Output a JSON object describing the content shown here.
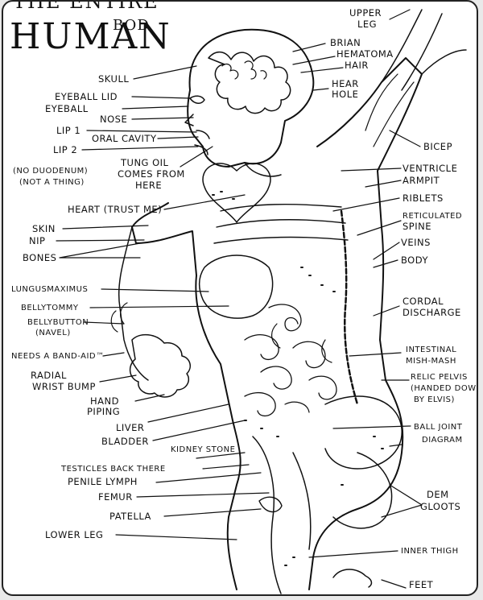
{
  "title": {
    "top": "THE ENTIRE",
    "main": "HUMAN",
    "suffix": "BOD"
  },
  "labels_left": [
    "SKULL",
    "EYEBALL LID",
    "EYEBALL",
    "NOSE",
    "LIP 1",
    "ORAL CAVITY",
    "LIP 2",
    "TUNG OIL",
    "COMES FROM",
    "HERE",
    "(NO DUODENUM)",
    "(NOT A THING)",
    "HEART (TRUST ME)",
    "SKIN",
    "NIP",
    "BONES",
    "LUNGUSMAXIMUS",
    "BELLYTOMMY",
    "BELLYBUTTON",
    "(NAVEL)",
    "NEEDS A BAND-AID™",
    "RADIAL",
    "WRIST BUMP",
    "HAND",
    "PIPING",
    "LIVER",
    "BLADDER",
    "KIDNEY STONE",
    "TESTICLES BACK THERE",
    "PENILE LYMPH",
    "FEMUR",
    "PATELLA",
    "LOWER LEG"
  ],
  "labels_right": [
    "UPPER",
    "LEG",
    "BRIAN",
    "HEMATOMA",
    "HAIR",
    "HEAR",
    "HOLE",
    "BICEP",
    "VENTRICLE",
    "ARMPIT",
    "RIBLETS",
    "RETICULATED",
    "SPINE",
    "VEINS",
    "BODY",
    "CORDAL",
    "DISCHARGE",
    "INTESTINAL",
    "MISH-MASH",
    "RELIC PELVIS",
    "(HANDED DOWN",
    "BY ELVIS)",
    "BALL JOINT",
    "DIAGRAM",
    "DEM",
    "GLOOTS",
    "INNER THIGH",
    "FEET"
  ]
}
